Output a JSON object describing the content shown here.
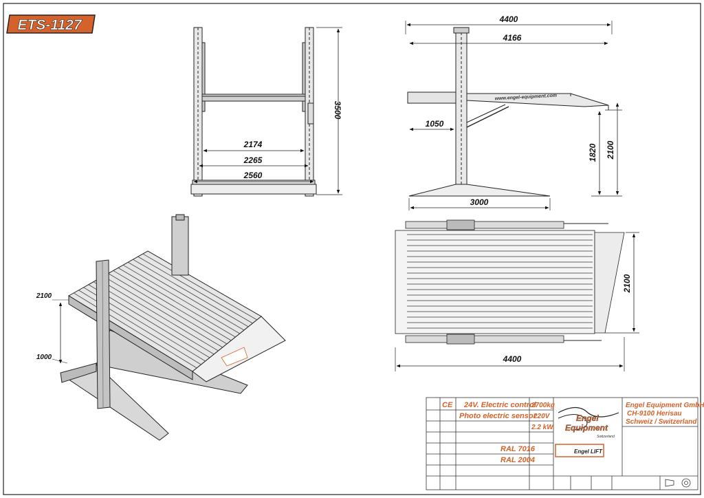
{
  "drawing": {
    "model": "ETS-1127",
    "accent_color": "#d4622a",
    "front_view": {
      "height": "3500",
      "width_inner": "2174",
      "width_mid": "2265",
      "width_outer": "2560"
    },
    "side_view": {
      "total_length": "4400",
      "platform_length": "4166",
      "offset": "1050",
      "base_length": "3000",
      "platform_height": "1820",
      "total_height": "2100",
      "platform_text": "www.engel-equipment.com"
    },
    "top_view": {
      "width": "2100",
      "length": "4400"
    },
    "iso_view": {
      "upper": "2100",
      "lower": "1000"
    }
  },
  "title_block": {
    "ce": "CE",
    "control": "24V. Electric control",
    "sensor": "Photo electric sensor",
    "capacity": "2700kg",
    "voltage": "220V",
    "power": "2.2 kW.",
    "ral1": "RAL 7016",
    "ral2": "RAL 2004",
    "logo_line1": "Engel",
    "logo_line2": "Equipment",
    "logo_sub": "Switzerland",
    "badge": "Engel LIFT",
    "company": "Engel Equipment GmbH",
    "address": "CH-9100  Herisau",
    "country": "Schweiz / Switzerland"
  }
}
